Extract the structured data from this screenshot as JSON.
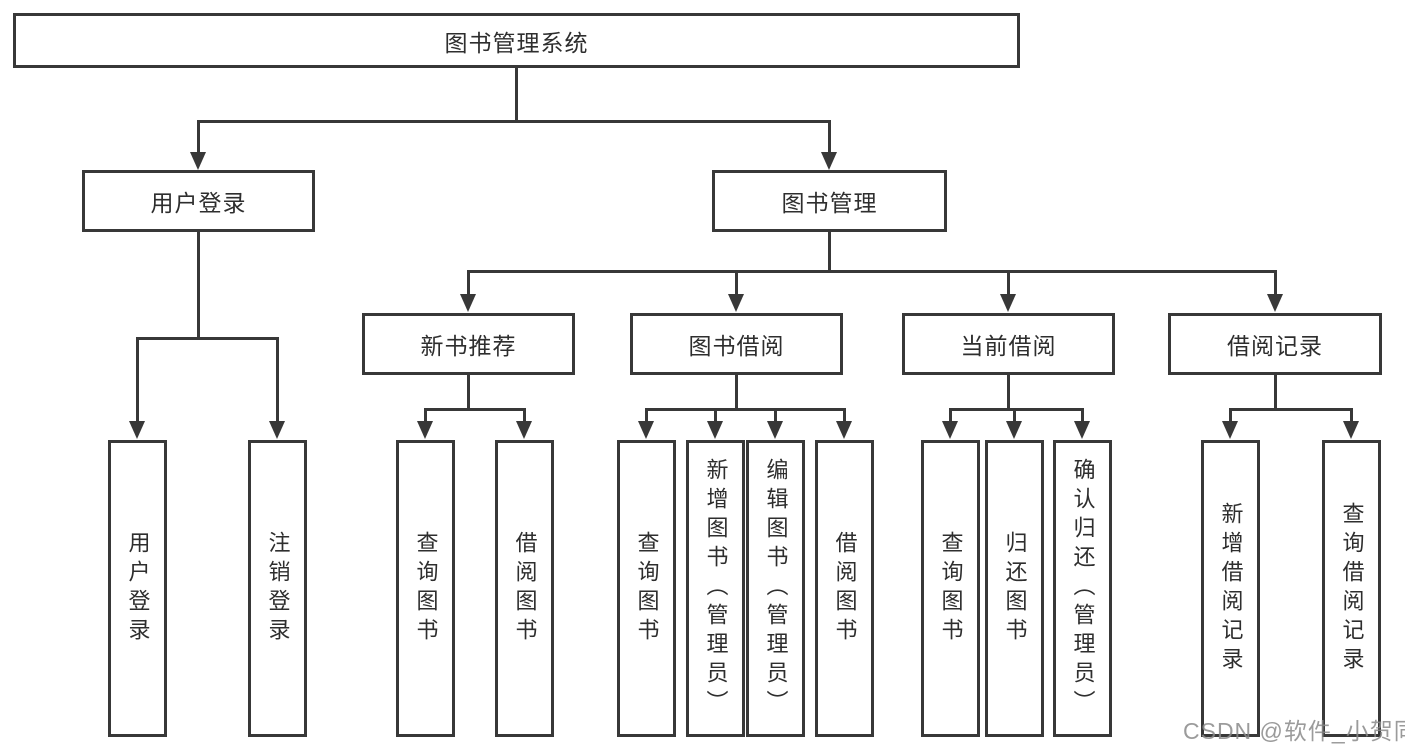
{
  "diagram": {
    "root": {
      "label": "图书管理系统"
    },
    "level2": [
      {
        "label": "用户登录"
      },
      {
        "label": "图书管理"
      }
    ],
    "level3": [
      {
        "label": "新书推荐"
      },
      {
        "label": "图书借阅"
      },
      {
        "label": "当前借阅"
      },
      {
        "label": "借阅记录"
      }
    ],
    "leaves": [
      {
        "label": "用户登录",
        "parent": "用户登录"
      },
      {
        "label": "注销登录",
        "parent": "用户登录"
      },
      {
        "label": "查询图书",
        "parent": "新书推荐"
      },
      {
        "label": "借阅图书",
        "parent": "新书推荐"
      },
      {
        "label": "查询图书",
        "parent": "图书借阅"
      },
      {
        "label": "新增图书（管理员）",
        "parent": "图书借阅"
      },
      {
        "label": "编辑图书（管理员）",
        "parent": "图书借阅"
      },
      {
        "label": "借阅图书",
        "parent": "图书借阅"
      },
      {
        "label": "查询图书",
        "parent": "当前借阅"
      },
      {
        "label": "归还图书",
        "parent": "当前借阅"
      },
      {
        "label": "确认归还（管理员）",
        "parent": "当前借阅"
      },
      {
        "label": "新增借阅记录",
        "parent": "借阅记录"
      },
      {
        "label": "查询借阅记录",
        "parent": "借阅记录"
      }
    ]
  },
  "watermark": "CSDN @软件_小贺同学",
  "colors": {
    "line": "#383838",
    "box_border": "#383838",
    "text": "#2e2e2e",
    "watermark": "#8a8a8a",
    "background": "#ffffff"
  }
}
